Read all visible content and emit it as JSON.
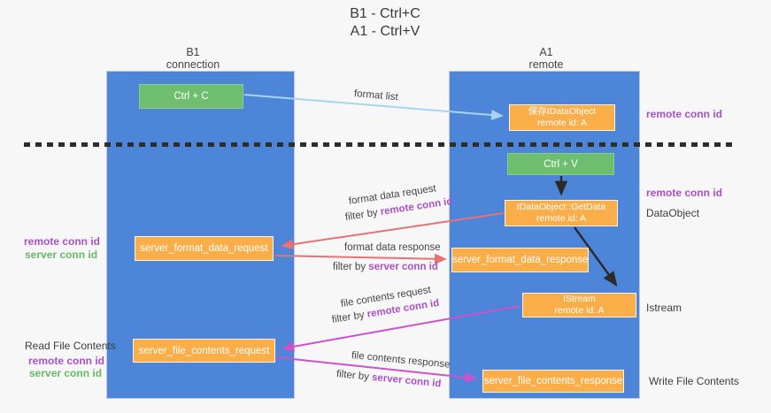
{
  "title": {
    "line1": "B1 - Ctrl+C",
    "line2": "A1 - Ctrl+V"
  },
  "columns": {
    "left": {
      "name": "B1",
      "role": "connection"
    },
    "right": {
      "name": "A1",
      "role": "remote"
    }
  },
  "boxes": {
    "ctrl_c": {
      "label": "Ctrl + C"
    },
    "save_dataobject": {
      "line1": "保存IDataObject",
      "line2": "remote id: A"
    },
    "ctrl_v": {
      "label": "Ctrl + V"
    },
    "getdata": {
      "line1": "IDataObject::GetData",
      "line2": "remote id: A"
    },
    "server_format_data_request": {
      "label": "server_format_data_request"
    },
    "server_format_data_response": {
      "label": "server_format_data_response"
    },
    "istream": {
      "line1": "IStream",
      "line2": "remote id: A"
    },
    "server_file_contents_request": {
      "label": "server_file_contents_request"
    },
    "server_file_contents_response": {
      "label": "server_file_contents_response"
    }
  },
  "arrows": {
    "format_list": {
      "label": "format list"
    },
    "format_data_request": {
      "label": "format data request",
      "filter_prefix": "filter by ",
      "filter_key": "remote conn id"
    },
    "format_data_response": {
      "label": "format data response",
      "filter_prefix": "filter by ",
      "filter_key": "server conn id"
    },
    "file_contents_request": {
      "label": "file contents request",
      "filter_prefix": "filter by ",
      "filter_key": "remote conn id"
    },
    "file_contents_response": {
      "label": "file contents response",
      "filter_prefix": "filter by ",
      "filter_key": "server conn id"
    }
  },
  "side_labels": {
    "remote_conn_id": "remote conn id",
    "server_conn_id": "server conn id",
    "dataobject": "DataObject",
    "istream": "Istream",
    "read_file_contents": "Read File Contents",
    "write_file_contents": "Write File Contents"
  },
  "colors": {
    "column_blue": "#4d85d8",
    "box_green": "#6fbe70",
    "box_orange": "#f9ae49",
    "arrow_lightblue": "#a9d4f0",
    "arrow_red": "#e87272",
    "arrow_magenta": "#cc52cc",
    "arrow_black": "#2b2b2b",
    "label_purple": "#ab4fc8",
    "label_green": "#67b967"
  }
}
